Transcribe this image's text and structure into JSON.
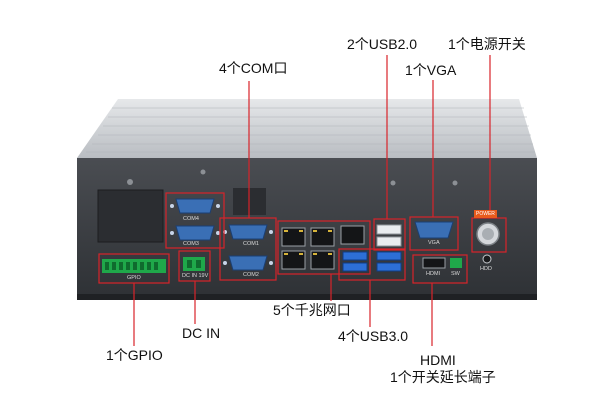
{
  "annotations": {
    "com": "4个COM口",
    "usb20": "2个USB2.0",
    "power": "1个电源开关",
    "vga": "1个VGA",
    "gpio": "1个GPIO",
    "dcin": "DC IN",
    "lan": "5个千兆网口",
    "usb30": "4个USB3.0",
    "hdmi": "HDMI",
    "switch_ext": "1个开关延长端子"
  },
  "panel_text": {
    "com4": "COM4",
    "com3": "COM3",
    "com1": "COM1",
    "com2": "COM2",
    "gpio": "GPIO",
    "dcin": "DC IN 19V",
    "vga": "VGA",
    "hdmi": "HDMI",
    "sw": "SW",
    "hdd": "HDD",
    "power": "POWER"
  },
  "colors": {
    "annotation_line": "#d8232a",
    "chassis_top": "#c9ccd0",
    "panel": "#3b3e43",
    "db9_port": "#3a6fb5",
    "vga_port": "#3a6fb5",
    "usb3_port": "#2d6fd6",
    "gpio_terminal": "#1fa84a",
    "power_tag": "#e85a1c"
  },
  "icons": [
    "screw-icon",
    "ethernet-icon",
    "usb-icon",
    "power-button-icon"
  ]
}
